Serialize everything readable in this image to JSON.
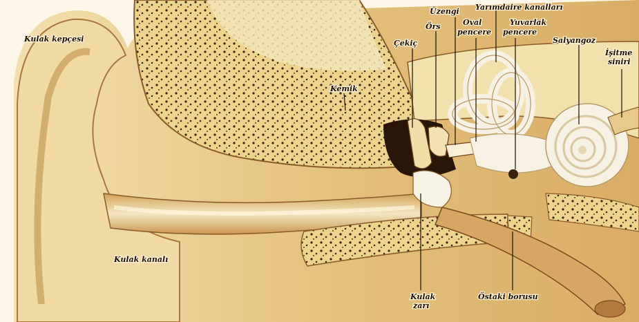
{
  "labels": {
    "kulak_kepcesi": "Kulak kepçesi",
    "kemik": "Kemik",
    "cekic": "Çekiç",
    "ors": "Örs",
    "uzengi": "Üzengi",
    "oval_pencere_1": "Oval",
    "oval_pencere_2": "pencere",
    "yuvarlak_pencere_1": "Yuvarlak",
    "yuvarlak_pencere_2": "pencere",
    "yarim_daire_kanallari": "Yarımdaire kanalları",
    "salyangoz": "Salyangoz",
    "isitme_siniri_1": "İşitme",
    "isitme_siniri_2": "siniri",
    "kulak_kanali": "Kulak kanalı",
    "kulak_zari_1": "Kulak",
    "kulak_zari_2": "zarı",
    "ostaki_borusu": "Östaki borusu"
  },
  "colors": {
    "background": "#fbf6e8",
    "skin": "#e9cf93",
    "skin_dark": "#b8874a",
    "bone": "#f0dc9c",
    "bone_pore": "#3a2410",
    "canal": "#f3e4bd",
    "inner_ear": "#f6f1e2",
    "label": "#1a0f06"
  }
}
